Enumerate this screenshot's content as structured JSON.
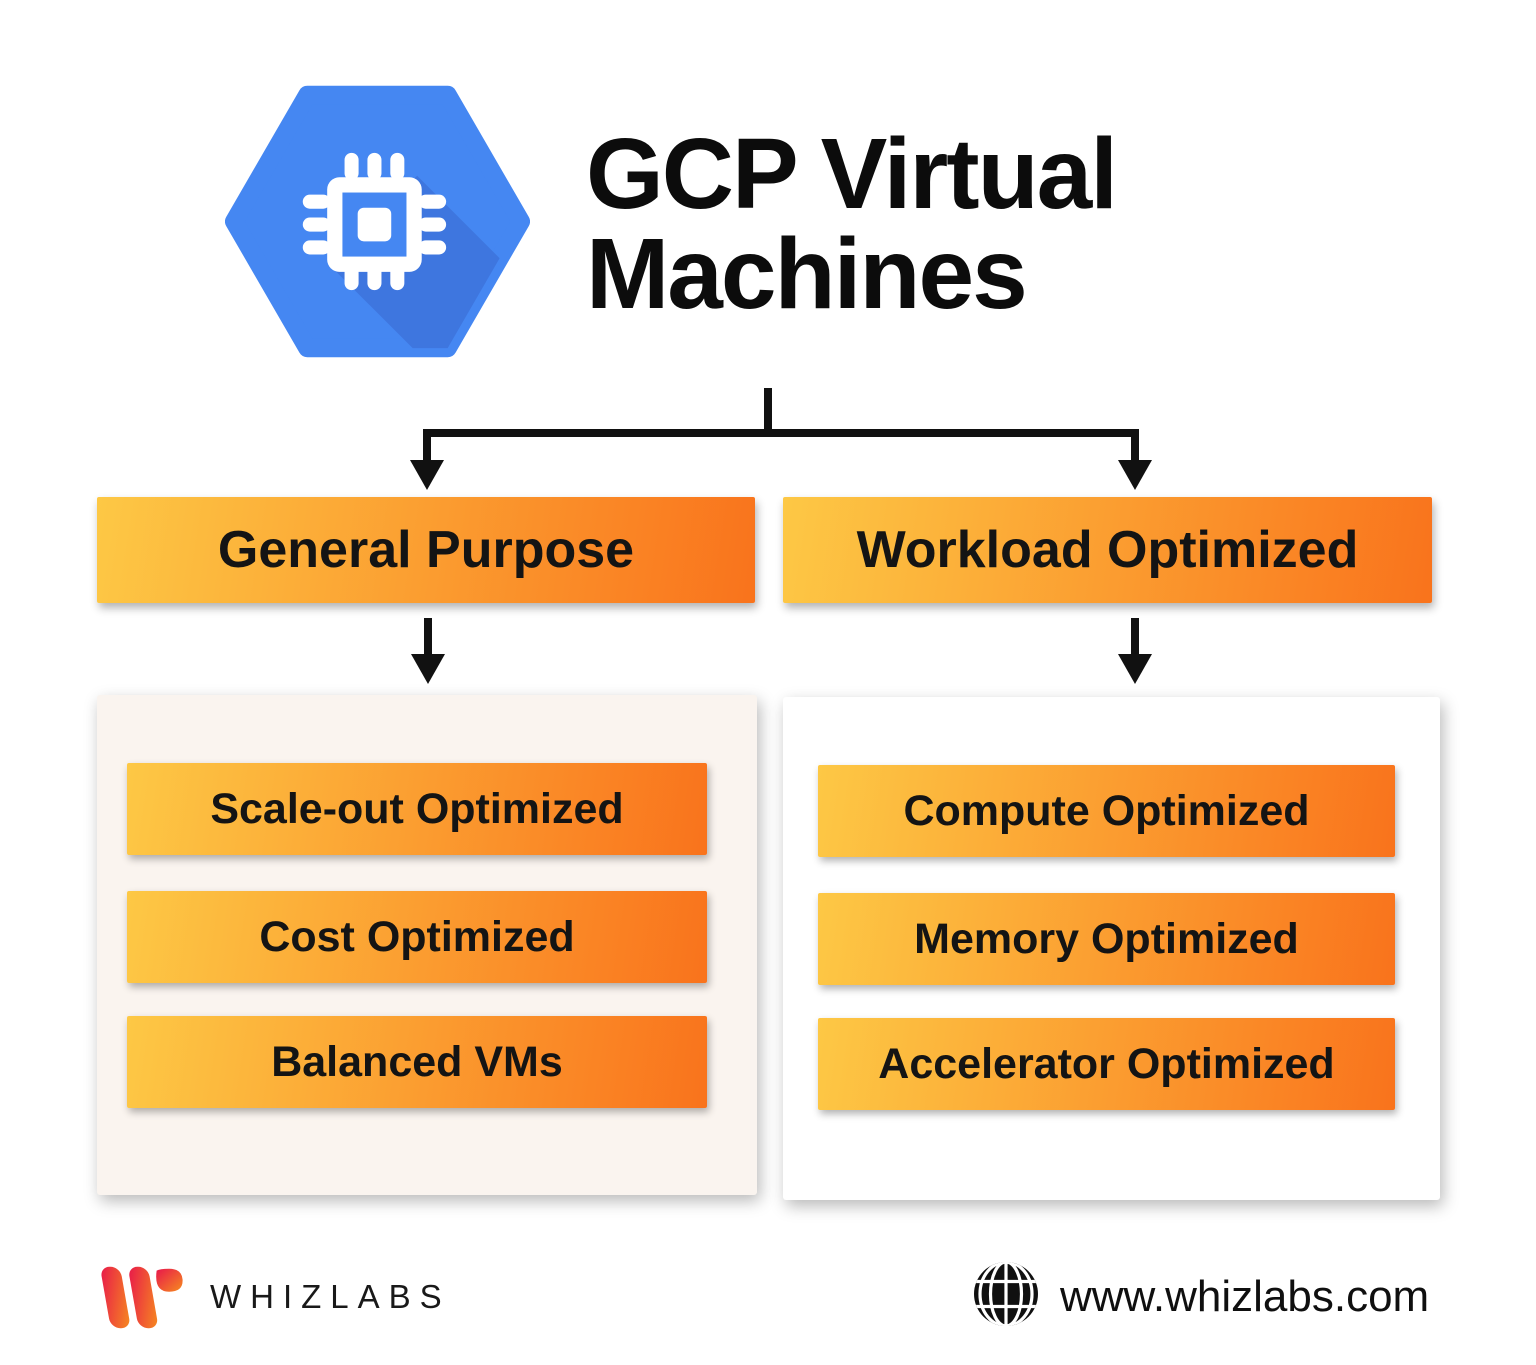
{
  "header": {
    "logo_icon": "gcp-compute-engine-hexagon-chip",
    "title_line1": "GCP Virtual",
    "title_line2": "Machines"
  },
  "branches": [
    {
      "label": "General Purpose",
      "items": [
        "Scale-out Optimized",
        "Cost Optimized",
        "Balanced VMs"
      ]
    },
    {
      "label": "Workload Optimized",
      "items": [
        "Compute Optimized",
        "Memory Optimized",
        "Accelerator Optimized"
      ]
    }
  ],
  "footer": {
    "brand_icon": "whizlabs-w-logo",
    "brand_name": "WHIZLABS",
    "globe_icon": "globe",
    "website_url": "www.whizlabs.com"
  },
  "colors": {
    "bar_gradient_start": "#FDC845",
    "bar_gradient_end": "#F9731C",
    "hexagon_blue": "#4587F2",
    "hexagon_shadow_blue": "#3E76DF",
    "connector_black": "#111111",
    "left_panel_bg": "#FAF4EF",
    "right_panel_bg": "#FFFFFF",
    "whizlabs_gradient_start": "#E8174B",
    "whizlabs_gradient_end": "#F68B1F",
    "text_dark": "#141414"
  }
}
